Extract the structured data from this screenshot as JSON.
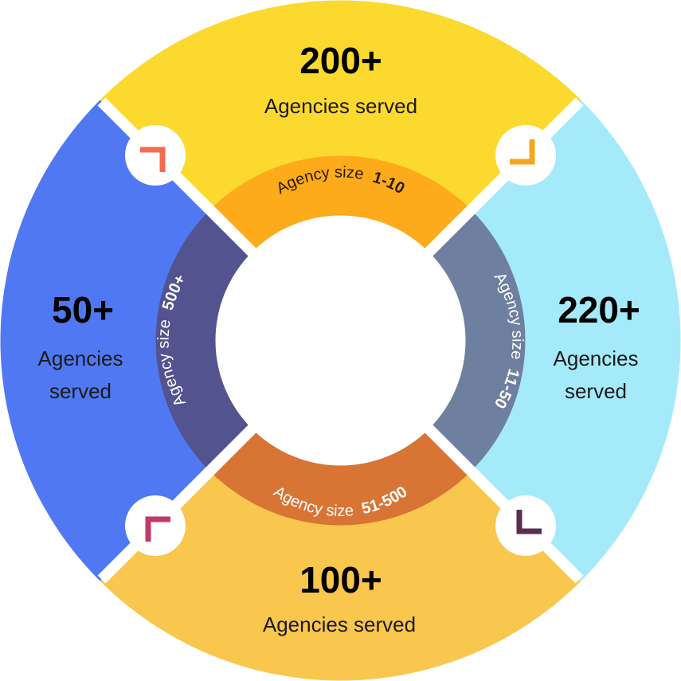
{
  "colors": {
    "top": "#FCD92E",
    "right": "#A5EAFB",
    "bottom": "#F9C64E",
    "left": "#5078F2",
    "ring_top": "#FDAA1B",
    "ring_right": "#6F7F9F",
    "ring_bottom": "#D87434",
    "ring_left": "#535390",
    "corner_tl": "#F26B4F",
    "corner_tr": "#F5A623",
    "corner_bl": "#C33A64",
    "corner_br": "#5A2D4E"
  },
  "segments": {
    "top": {
      "count": "200+",
      "line1": "Agencies served",
      "line2": ""
    },
    "right": {
      "count": "220+",
      "line1": "Agencies",
      "line2": "served"
    },
    "bottom": {
      "count": "100+",
      "line1": "Agencies served",
      "line2": ""
    },
    "left": {
      "count": "50+",
      "line1": "Agencies",
      "line2": "served"
    }
  },
  "ring_labels": {
    "top": {
      "prefix": "Agency size",
      "value": "1-10"
    },
    "right": {
      "prefix": "Agency size",
      "value": "11-50"
    },
    "bottom": {
      "prefix": "Agency size",
      "value": "51-500"
    },
    "left": {
      "prefix": "Agency size",
      "value": "500+"
    }
  },
  "corner_icons": {
    "tl": "corner-bracket-icon",
    "tr": "corner-bracket-icon",
    "bl": "corner-bracket-icon",
    "br": "corner-bracket-icon"
  }
}
